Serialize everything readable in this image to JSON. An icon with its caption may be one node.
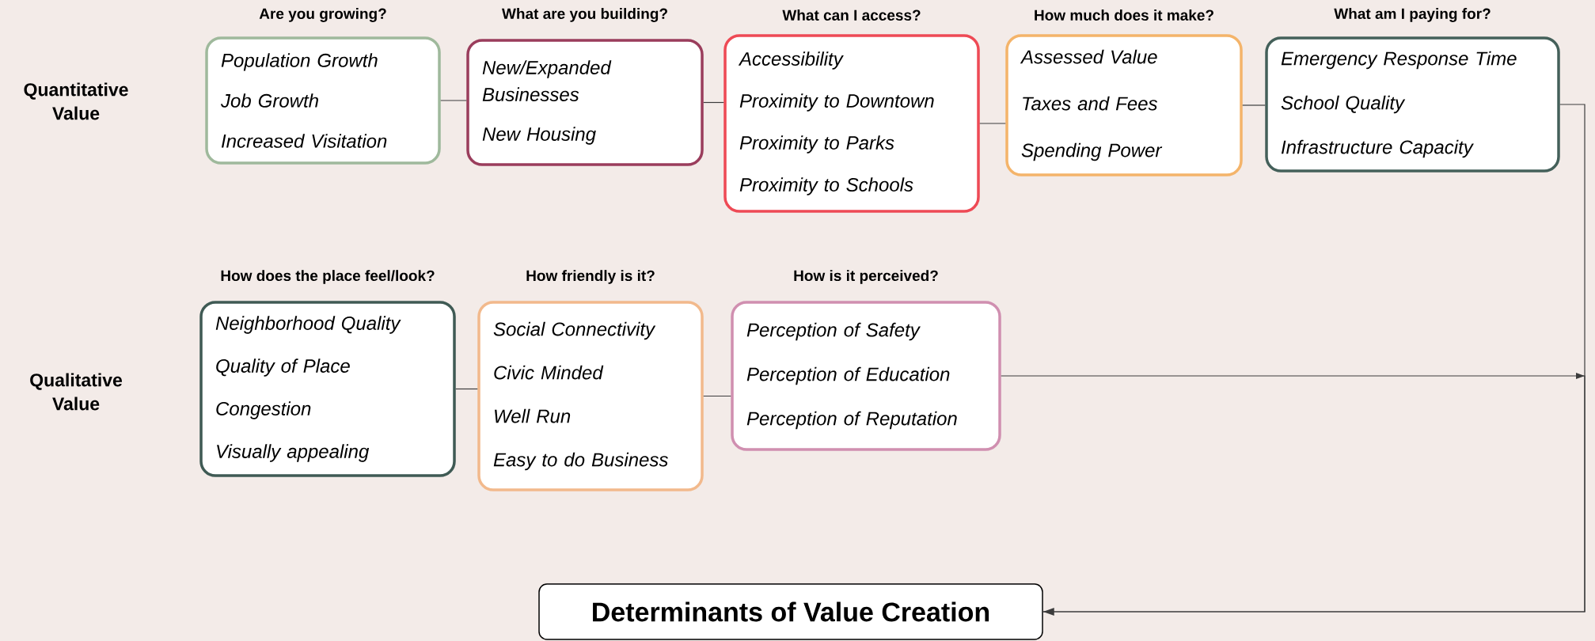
{
  "diagram": {
    "nodes": [
      {
        "text": [
          "Are you growing?",
          "Population Growth",
          "Job Growth",
          "Increased Visitation"
        ]
      },
      {
        "text": [
          "What are you building?",
          "New/Expanded Businesses",
          "New Housing"
        ]
      },
      {
        "text": [
          "What can I access?",
          "Accessibility",
          "Proximity to Downtown",
          "Proximity to Parks",
          "Proximity to Schools"
        ]
      },
      {
        "text": [
          "How much does it make?",
          "Assessed Value",
          "Taxes and Fees",
          "Spending Power"
        ]
      },
      {
        "text": [
          "What am I paying for?",
          "Emergency Response Time",
          "School Quality",
          "Infrastructure Capacity"
        ]
      },
      {
        "text": [
          "How does the place feel/look?",
          "Neighborhood Quality",
          "Quality of Place",
          "Congestion",
          "Visually appealing"
        ]
      },
      {
        "text": [
          "How friendly is it?",
          "Social Connectivity",
          "Civic Minded",
          "Well Run",
          "Easy to do Business"
        ]
      },
      {
        "text": [
          "How is it perceived?",
          "Perception of Safety",
          "Perception of Education",
          "Perception of Reputation"
        ]
      },
      {
        "text": [
          "Determinants of Value Creation"
        ]
      }
    ],
    "edges": [
      {
        "from": 0,
        "to": 1,
        "arrow": "none"
      },
      {
        "from": 1,
        "to": 2,
        "arrow": "none"
      },
      {
        "from": 2,
        "to": 3,
        "arrow": "none"
      },
      {
        "from": 3,
        "to": 4,
        "arrow": "none"
      },
      {
        "from": 4,
        "to": 8,
        "arrow": "to"
      },
      {
        "from": 5,
        "to": 6,
        "arrow": "none"
      },
      {
        "from": 6,
        "to": 7,
        "arrow": "none"
      },
      {
        "from": 7,
        "to": 8,
        "arrow": "to"
      }
    ],
    "labels": [
      "Quantitative Value",
      "Qualitative Value"
    ]
  }
}
